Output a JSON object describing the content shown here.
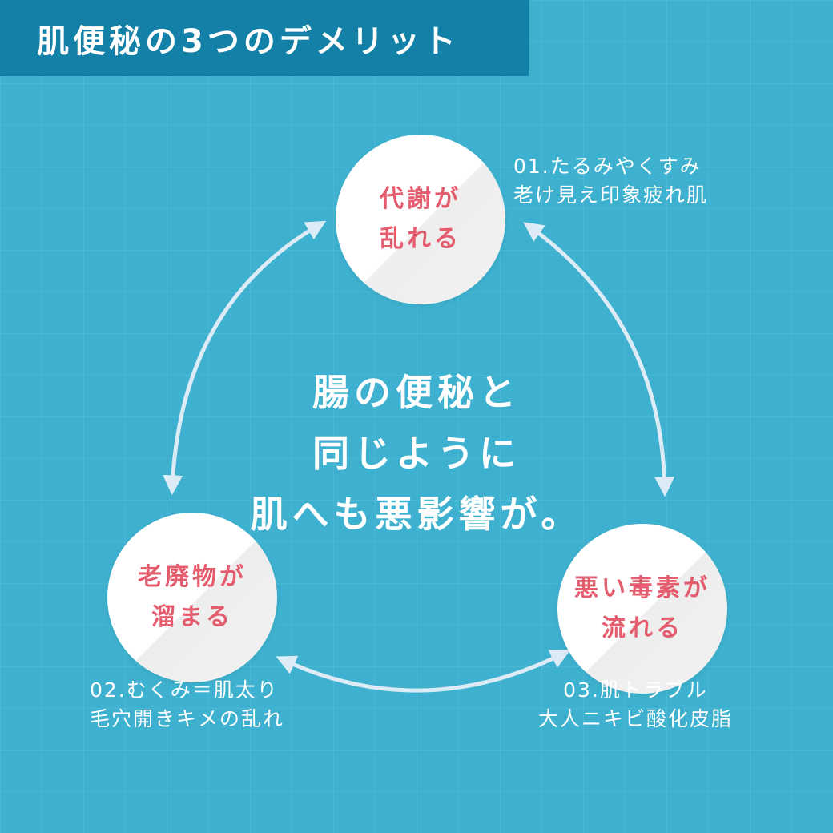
{
  "title": "肌便秘の3つのデメリット",
  "center": {
    "lines": [
      "腸の便秘と",
      "同じように",
      "肌へも悪影響が。"
    ]
  },
  "nodes": {
    "top": {
      "lines": [
        "代謝が",
        "乱れる"
      ],
      "caption": [
        "01.たるみやくすみ",
        "老け見え印象疲れ肌"
      ]
    },
    "left": {
      "lines": [
        "老廃物が",
        "溜まる"
      ],
      "caption": [
        "02.むくみ＝肌太り",
        "毛穴開きキメの乱れ"
      ]
    },
    "right": {
      "lines": [
        "悪い毒素が",
        "流れる"
      ],
      "caption": [
        "03.肌トラブル",
        "大人ニキビ酸化皮脂"
      ]
    }
  },
  "colors": {
    "background": "#3db1cf",
    "title_bar": "#1380a8",
    "circle_text": "#e45d6e",
    "arrow": "#dcebf5"
  }
}
